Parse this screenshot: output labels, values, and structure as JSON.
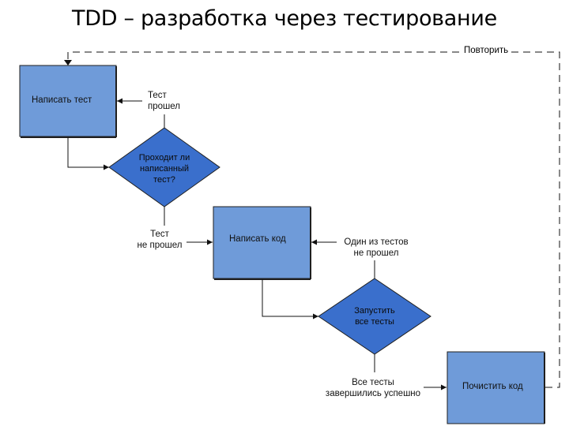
{
  "title": "TDD – разработка через тестирование",
  "boxes": {
    "write_test": "Написать тест",
    "write_code": "Написать код",
    "cleanup_code": "Почистить код"
  },
  "decisions": {
    "test_passes_q": [
      "Проходит ли",
      "написанный",
      "тест?"
    ],
    "run_all_tests": [
      "Запустить",
      "все тесты"
    ]
  },
  "labels": {
    "test_passed": [
      "Тест",
      "прошел"
    ],
    "test_failed": [
      "Тест",
      "не прошел"
    ],
    "one_failed": [
      "Один из тестов",
      "не прошел"
    ],
    "all_passed": [
      "Все тесты",
      "завершились успешно"
    ],
    "repeat": "Повторить"
  },
  "colors": {
    "box_fill": "#6f9bd9",
    "diamond_fill": "#3a6fcc",
    "stroke": "#1f1f1f"
  }
}
